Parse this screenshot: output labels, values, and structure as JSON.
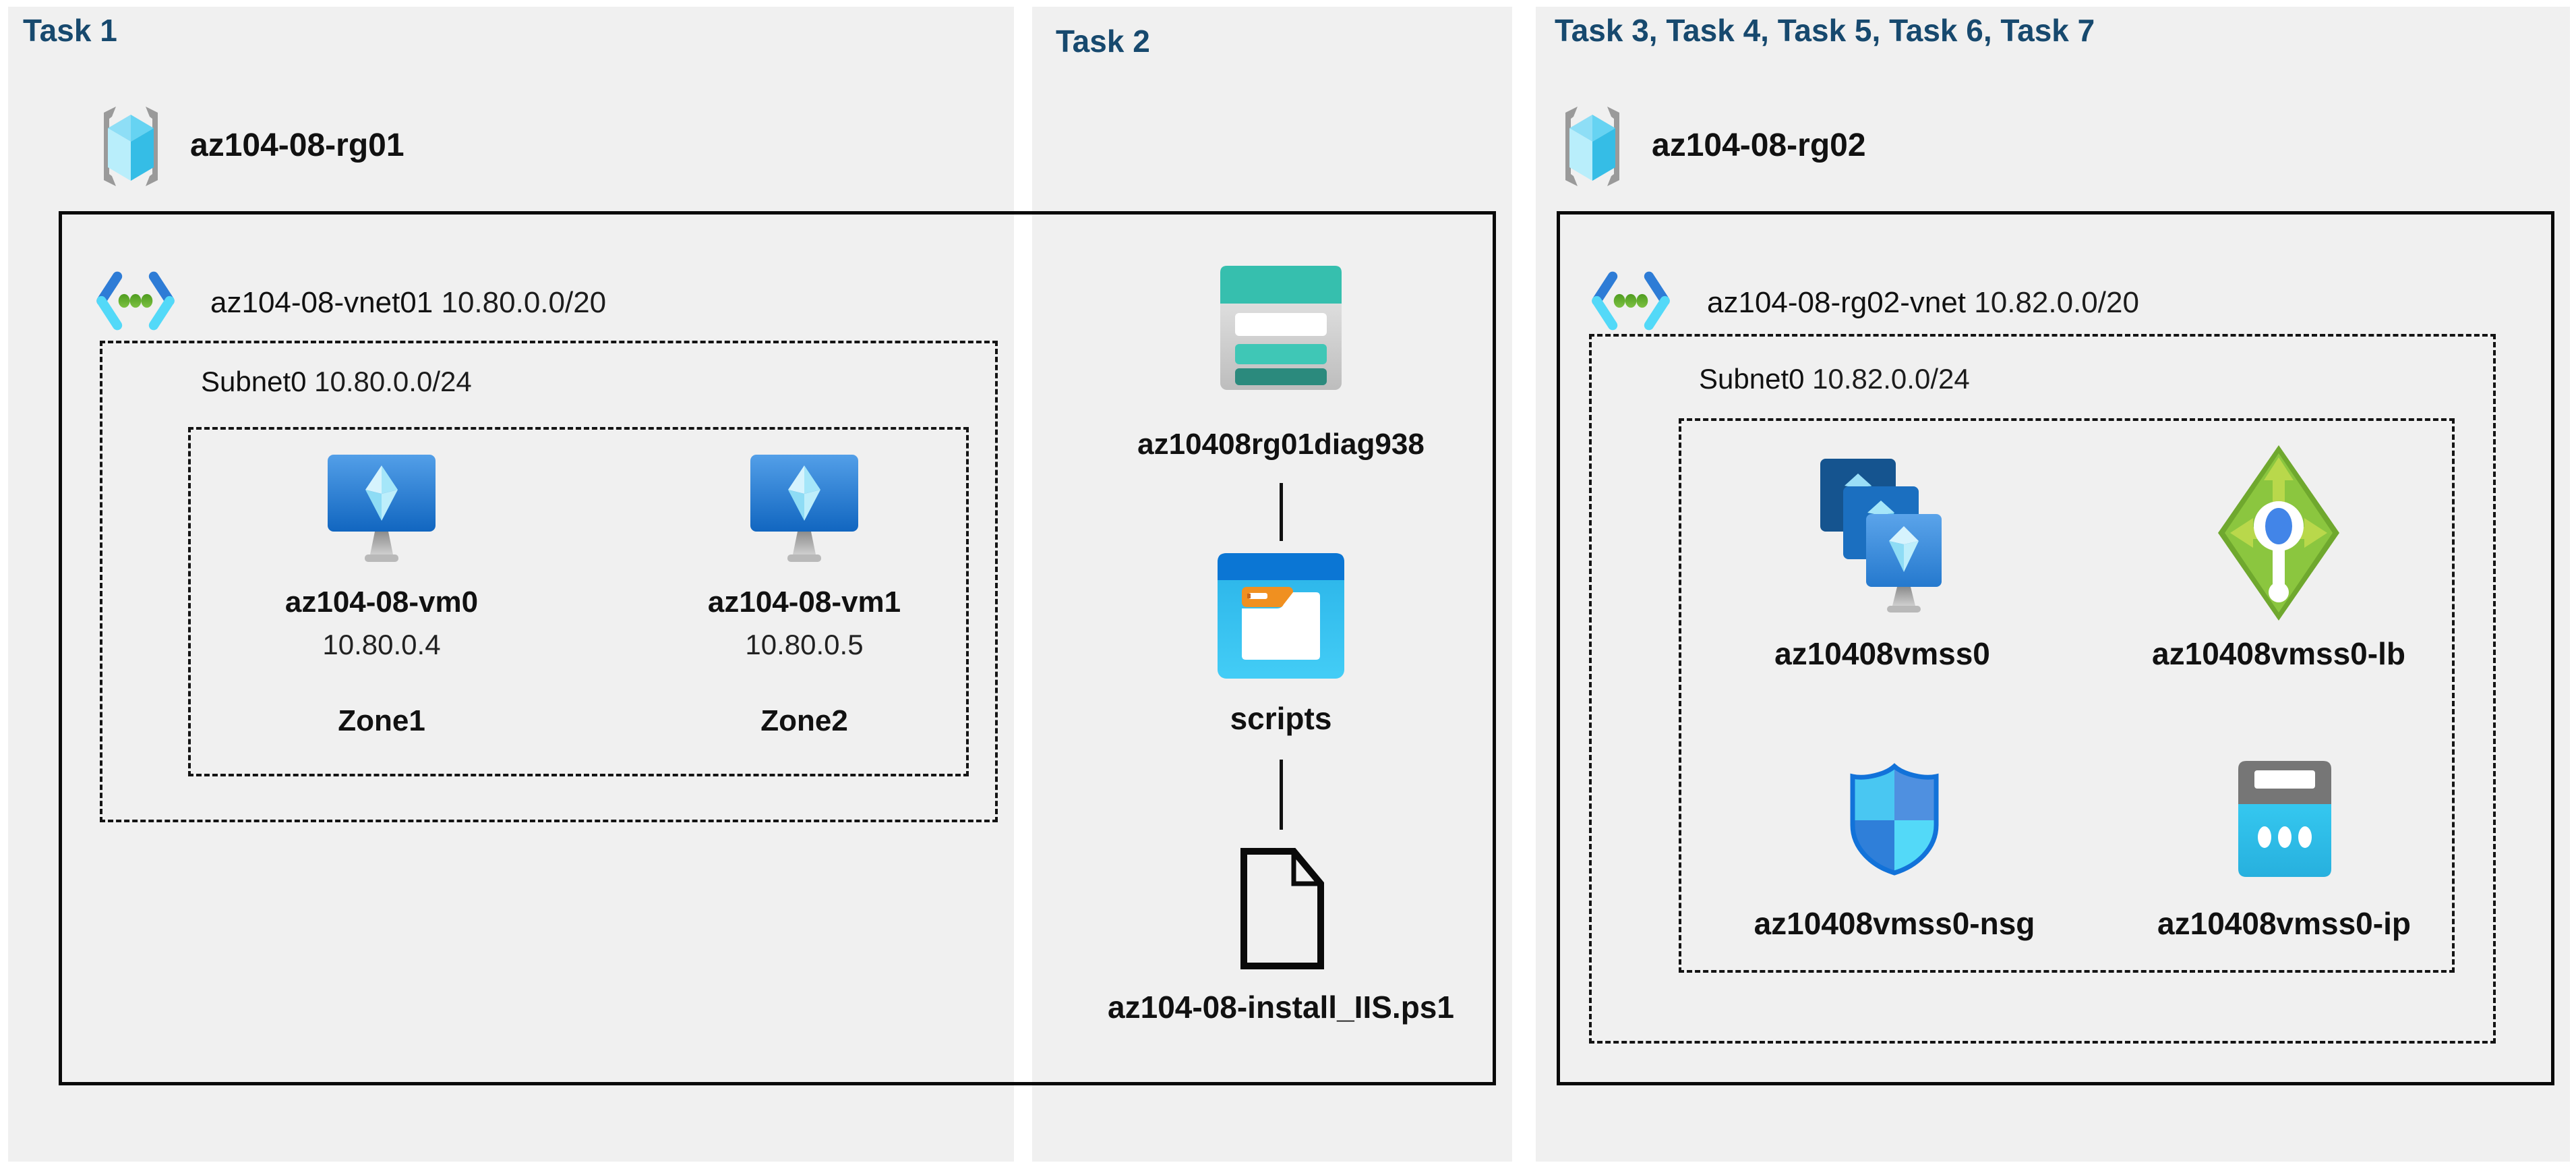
{
  "colors": {
    "header_text": "#17496e",
    "panel_background": "#f0f0f0",
    "line_black": "#111111",
    "azure_blue": "#1b6fc0",
    "vnet_green_dot": "#6fb22c",
    "storage_teal": "#36bfae",
    "lb_green": "#7fb838",
    "ip_cyan": "#2ec2ec"
  },
  "tasks": [
    {
      "label": "Task 1"
    },
    {
      "label": "Task 2"
    },
    {
      "label": "Task 3, Task 4, Task 5, Task 6, Task 7"
    }
  ],
  "resource_groups": [
    {
      "name": "az104-08-rg01",
      "icon": "resource-group-icon"
    },
    {
      "name": "az104-08-rg02",
      "icon": "resource-group-icon"
    }
  ],
  "vnets": [
    {
      "name": "az104-08-vnet01",
      "cidr": "10.80.0.0/20",
      "icon": "virtual-network-icon",
      "subnet_name": "Subnet0",
      "subnet_cidr": "10.80.0.0/24"
    },
    {
      "name": "az104-08-rg02-vnet",
      "cidr": "10.82.0.0/20",
      "icon": "virtual-network-icon",
      "subnet_name": "Subnet0",
      "subnet_cidr": "10.82.0.0/24"
    }
  ],
  "vms": [
    {
      "name": "az104-08-vm0",
      "ip": "10.80.0.4",
      "zone": "Zone1",
      "icon": "virtual-machine-icon"
    },
    {
      "name": "az104-08-vm1",
      "ip": "10.80.0.5",
      "zone": "Zone2",
      "icon": "virtual-machine-icon"
    }
  ],
  "storage_chain": {
    "storage_account": {
      "name": "az10408rg01diag938",
      "icon": "storage-account-icon"
    },
    "container": {
      "name": "scripts",
      "icon": "folder-icon"
    },
    "file": {
      "name": "az104-08-install_IIS.ps1",
      "icon": "file-icon"
    }
  },
  "vmss_group": {
    "vmss": {
      "name": "az10408vmss0",
      "icon": "vmss-icon"
    },
    "load_balancer": {
      "name": "az10408vmss0-lb",
      "icon": "load-balancer-icon"
    },
    "nsg": {
      "name": "az10408vmss0-nsg",
      "icon": "nsg-icon"
    },
    "public_ip": {
      "name": "az10408vmss0-ip",
      "icon": "public-ip-icon"
    }
  }
}
